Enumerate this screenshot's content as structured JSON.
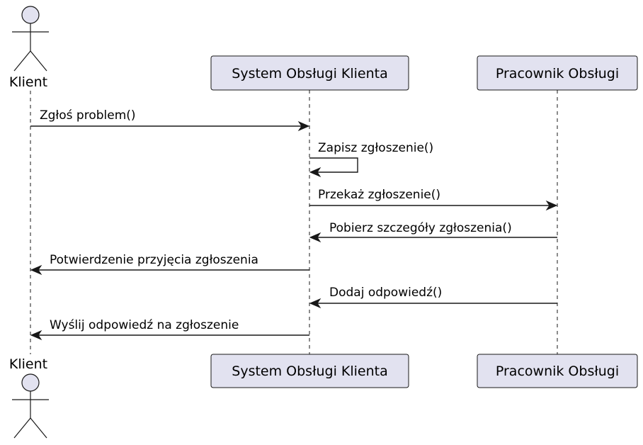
{
  "diagram": {
    "type": "sequence",
    "participants": [
      {
        "id": "klient",
        "kind": "actor",
        "label": "Klient"
      },
      {
        "id": "system",
        "kind": "participant",
        "label": "System Obsługi Klienta"
      },
      {
        "id": "pracownik",
        "kind": "participant",
        "label": "Pracownik Obsługi"
      }
    ],
    "messages": [
      {
        "from": "klient",
        "to": "system",
        "label": "Zgłoś problem()"
      },
      {
        "from": "system",
        "to": "system",
        "label": "Zapisz zgłoszenie()"
      },
      {
        "from": "system",
        "to": "pracownik",
        "label": "Przekaż zgłoszenie()"
      },
      {
        "from": "pracownik",
        "to": "system",
        "label": "Pobierz szczegóły zgłoszenia()"
      },
      {
        "from": "system",
        "to": "klient",
        "label": "Potwierdzenie przyjęcia zgłoszenia"
      },
      {
        "from": "pracownik",
        "to": "system",
        "label": "Dodaj odpowiedź()"
      },
      {
        "from": "system",
        "to": "klient",
        "label": "Wyślij odpowiedź na zgłoszenie"
      }
    ]
  }
}
